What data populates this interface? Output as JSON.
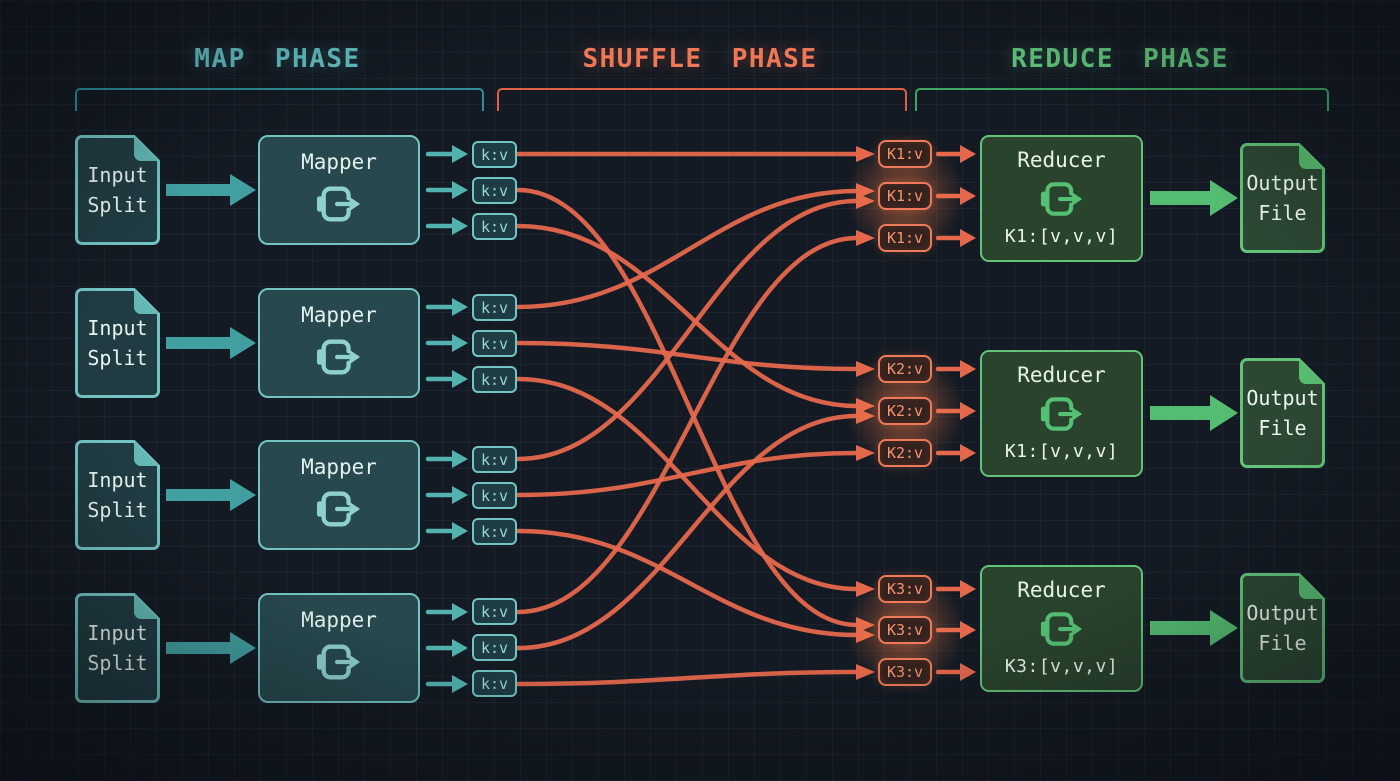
{
  "diagram": {
    "title_semantics": "MapReduce data flow",
    "phases": [
      {
        "id": "map",
        "label": "MAP PHASE",
        "color": "#64c2c4"
      },
      {
        "id": "shuffle",
        "label": "SHUFFLE PHASE",
        "color": "#ef7857"
      },
      {
        "id": "reduce",
        "label": "REDUCE PHASE",
        "color": "#62c77e"
      }
    ],
    "map_rows": [
      {
        "input": {
          "line1": "Input",
          "line2": "Split"
        },
        "mapper": {
          "label": "Mapper",
          "icon": "process-export-icon"
        },
        "kv_labels": [
          "k:v",
          "k:v",
          "k:v"
        ]
      },
      {
        "input": {
          "line1": "Input",
          "line2": "Split"
        },
        "mapper": {
          "label": "Mapper",
          "icon": "process-export-icon"
        },
        "kv_labels": [
          "k:v",
          "k:v",
          "k:v"
        ]
      },
      {
        "input": {
          "line1": "Input",
          "line2": "Split"
        },
        "mapper": {
          "label": "Mapper",
          "icon": "process-export-icon"
        },
        "kv_labels": [
          "k:v",
          "k:v",
          "k:v"
        ]
      },
      {
        "input": {
          "line1": "Input",
          "line2": "Split"
        },
        "mapper": {
          "label": "Mapper",
          "icon": "process-export-icon"
        },
        "kv_labels": [
          "k:v",
          "k:v",
          "k:v"
        ]
      }
    ],
    "shuffle_groups": [
      {
        "key": "K1",
        "boxes": [
          "K1:v",
          "K1:v",
          "K1:v"
        ],
        "glow_box_index": 1
      },
      {
        "key": "K2",
        "boxes": [
          "K2:v",
          "K2:v",
          "K2:v"
        ],
        "glow_box_index": 1
      },
      {
        "key": "K3",
        "boxes": [
          "K3:v",
          "K3:v",
          "K3:v"
        ],
        "glow_box_index": 1
      }
    ],
    "shuffle_links": [
      {
        "from_mapper": 0,
        "from_kv": 0,
        "to_group": 0,
        "to_box": 0
      },
      {
        "from_mapper": 0,
        "from_kv": 1,
        "to_group": 2,
        "to_box": 1
      },
      {
        "from_mapper": 0,
        "from_kv": 2,
        "to_group": 1,
        "to_box": 1
      },
      {
        "from_mapper": 1,
        "from_kv": 0,
        "to_group": 0,
        "to_box": 1
      },
      {
        "from_mapper": 1,
        "from_kv": 1,
        "to_group": 1,
        "to_box": 0
      },
      {
        "from_mapper": 1,
        "from_kv": 2,
        "to_group": 2,
        "to_box": 0
      },
      {
        "from_mapper": 2,
        "from_kv": 0,
        "to_group": 0,
        "to_box": 1
      },
      {
        "from_mapper": 2,
        "from_kv": 1,
        "to_group": 1,
        "to_box": 2
      },
      {
        "from_mapper": 2,
        "from_kv": 2,
        "to_group": 2,
        "to_box": 1
      },
      {
        "from_mapper": 3,
        "from_kv": 0,
        "to_group": 0,
        "to_box": 2
      },
      {
        "from_mapper": 3,
        "from_kv": 1,
        "to_group": 1,
        "to_box": 1
      },
      {
        "from_mapper": 3,
        "from_kv": 2,
        "to_group": 2,
        "to_box": 2
      }
    ],
    "reducers": [
      {
        "label": "Reducer",
        "icon": "process-export-icon",
        "result": "K1:[v,v,v]"
      },
      {
        "label": "Reducer",
        "icon": "process-export-icon",
        "result": "K1:[v,v,v]"
      },
      {
        "label": "Reducer",
        "icon": "process-export-icon",
        "result": "K3:[v,v,v]"
      }
    ],
    "outputs": [
      {
        "line1": "Output",
        "line2": "File"
      },
      {
        "line1": "Output",
        "line2": "File"
      },
      {
        "line1": "Output",
        "line2": "File"
      }
    ],
    "colors": {
      "background": "#141a23",
      "grid_line": "rgba(130,165,200,0.065)",
      "teal_text": "#64c2c4",
      "teal_border": "#72c5c2",
      "teal_arrow_big": "#419fa0",
      "teal_arrow_small": "#52b2af",
      "orange_text": "#ef7857",
      "orange_border": "#ee7a5a",
      "orange_curve": "#e5684c",
      "green_text": "#62c77e",
      "green_border": "#62c379",
      "green_arrow_big": "#55bd72",
      "icon_teal": "#8fd2cc",
      "icon_green": "#54c073"
    }
  }
}
